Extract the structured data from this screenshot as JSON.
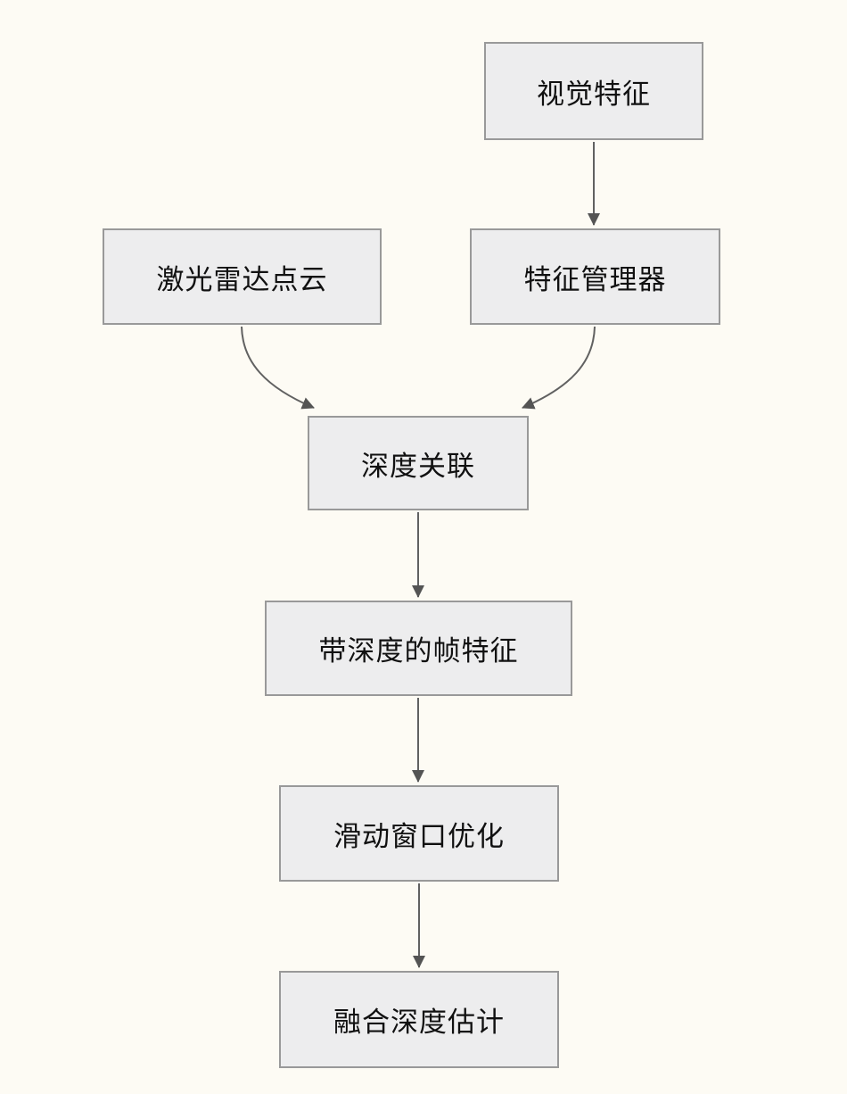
{
  "diagram": {
    "type": "flowchart",
    "direction": "top-down",
    "nodes": [
      {
        "id": "visual-features",
        "label": "视觉特征"
      },
      {
        "id": "lidar-point-cloud",
        "label": "激光雷达点云"
      },
      {
        "id": "feature-manager",
        "label": "特征管理器"
      },
      {
        "id": "depth-association",
        "label": "深度关联"
      },
      {
        "id": "frame-features-with-depth",
        "label": "带深度的帧特征"
      },
      {
        "id": "sliding-window-optimization",
        "label": "滑动窗口优化"
      },
      {
        "id": "fused-depth-estimation",
        "label": "融合深度估计"
      }
    ],
    "edges": [
      {
        "from": "视觉特征",
        "to": "特征管理器"
      },
      {
        "from": "激光雷达点云",
        "to": "深度关联"
      },
      {
        "from": "特征管理器",
        "to": "深度关联"
      },
      {
        "from": "深度关联",
        "to": "带深度的帧特征"
      },
      {
        "from": "带深度的帧特征",
        "to": "滑动窗口优化"
      },
      {
        "from": "滑动窗口优化",
        "to": "融合深度估计"
      }
    ],
    "colors": {
      "background": "#fdfbf4",
      "node_fill": "#ededee",
      "node_border": "#999999",
      "edge_stroke": "#616161",
      "arrowhead": "#545454",
      "text": "#111111"
    }
  }
}
